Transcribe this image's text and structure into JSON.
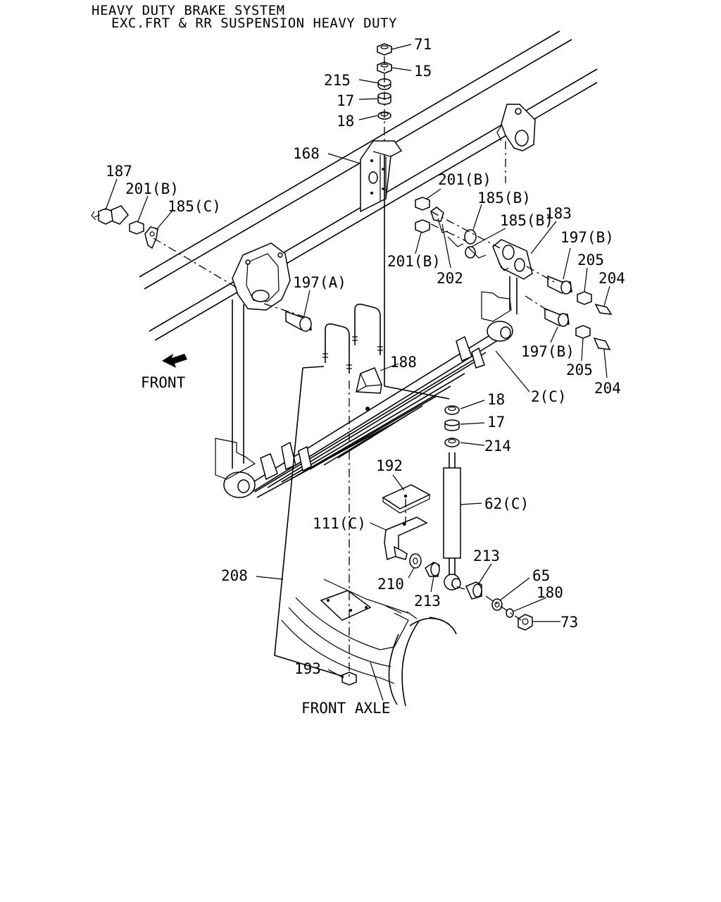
{
  "header": {
    "line1": "HEAVY DUTY BRAKE SYSTEM",
    "line2": "EXC.FRT & RR SUSPENSION HEAVY DUTY"
  },
  "labels": {
    "p71": "71",
    "p15": "15",
    "p215": "215",
    "p17_top": "17",
    "p18_top": "18",
    "p168": "168",
    "p187": "187",
    "p201b_left": "201(B)",
    "p185c": "185(C)",
    "p201b_right_top": "201(B)",
    "p185b_top": "185(B)",
    "p185b_mid": "185(B)",
    "p183": "183",
    "p201b_right_bottom": "201(B)",
    "p202": "202",
    "p197b_top": "197(B)",
    "p205_top": "205",
    "p204_top": "204",
    "p197a": "197(A)",
    "p197b_bottom": "197(B)",
    "p205_bottom": "205",
    "p204_bottom": "204",
    "p188": "188",
    "p2c": "2(C)",
    "front": "FRONT",
    "p18_bottom": "18",
    "p17_bottom": "17",
    "p214": "214",
    "p192": "192",
    "p62c": "62(C)",
    "p111c": "111(C)",
    "p213_top": "213",
    "p65": "65",
    "p180": "180",
    "p208": "208",
    "p210": "210",
    "p213_bottom": "213",
    "p73": "73",
    "p193": "193",
    "front_axle": "FRONT AXLE"
  }
}
